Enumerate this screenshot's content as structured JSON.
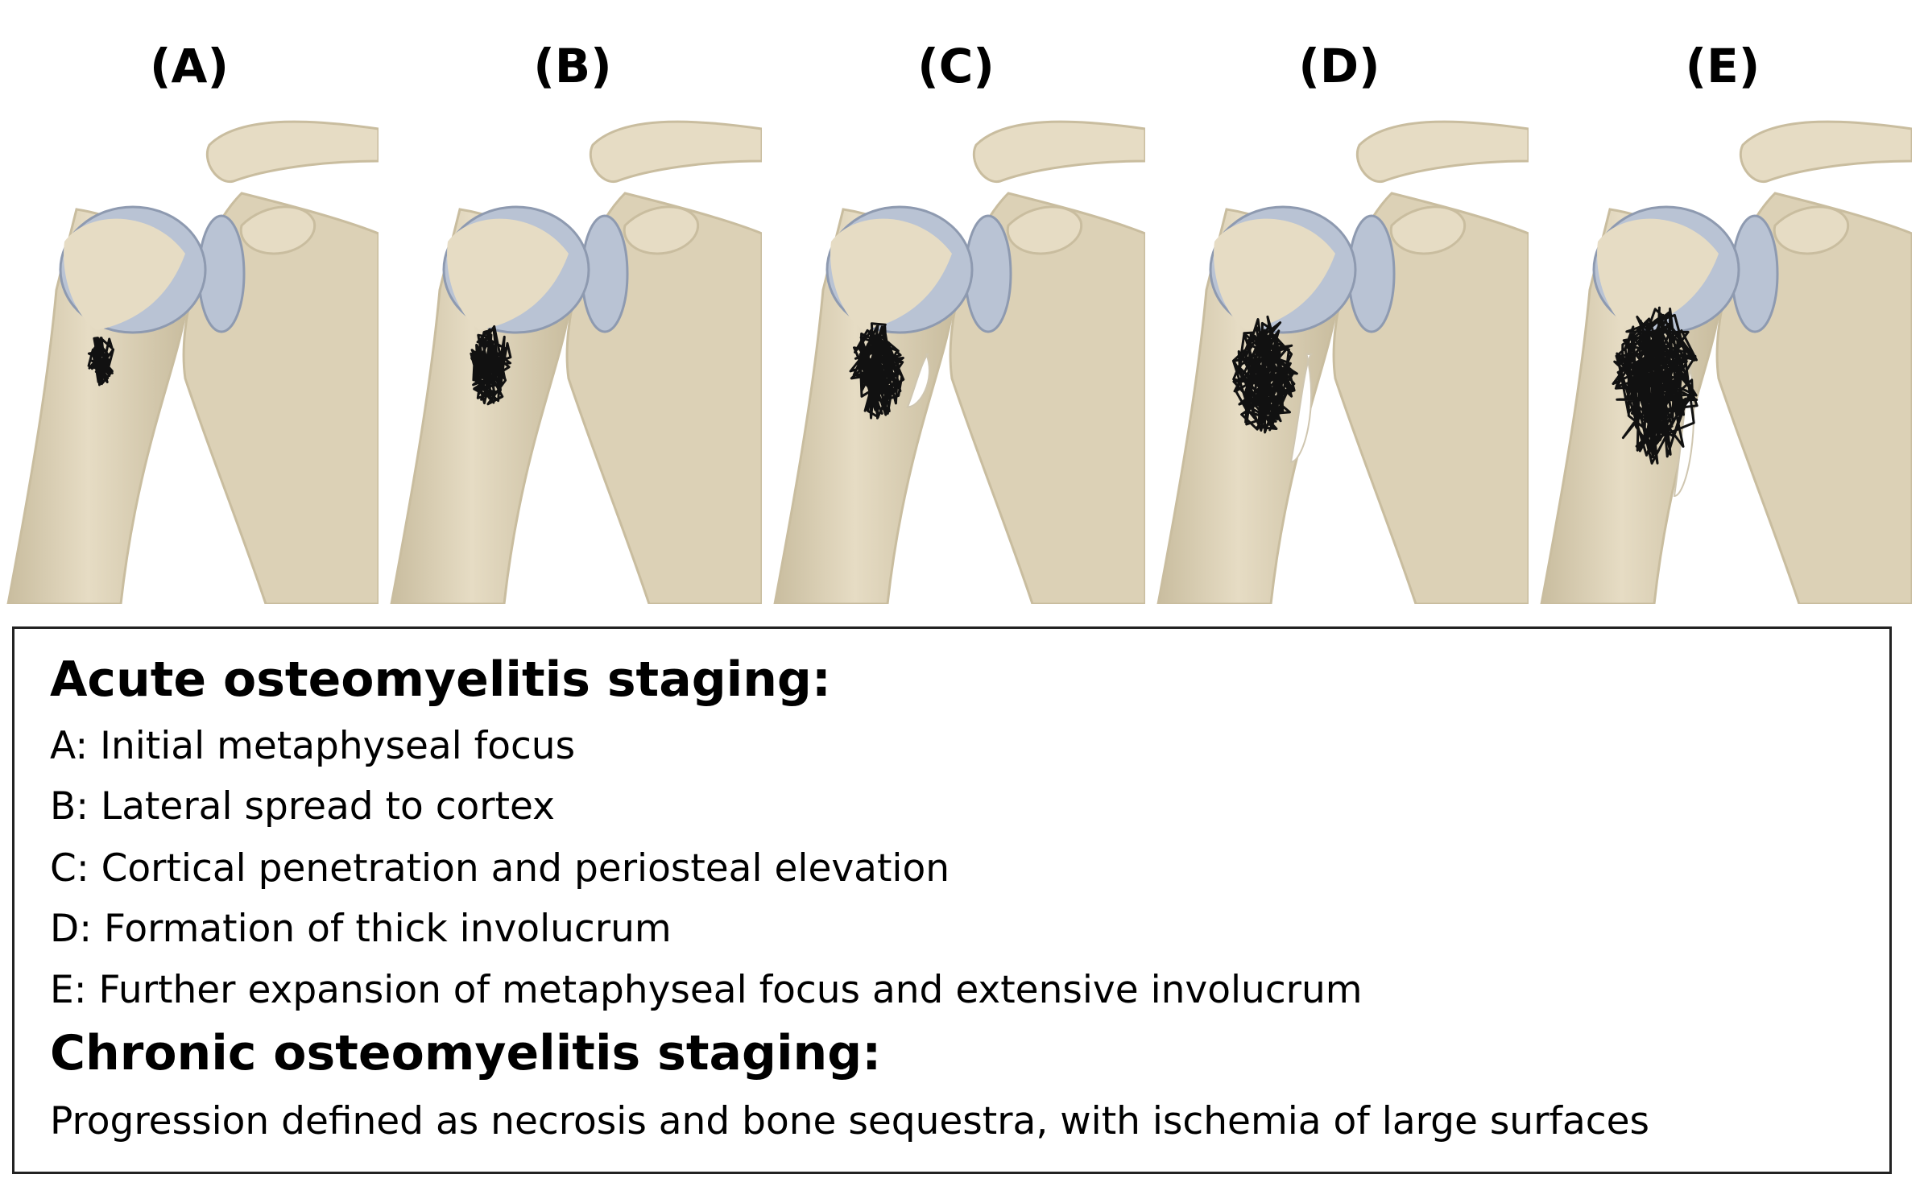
{
  "panels": [
    {
      "label": "(A)",
      "lesion_extent": 0.15,
      "involucrum": 0.0
    },
    {
      "label": "(B)",
      "lesion_extent": 0.35,
      "involucrum": 0.0
    },
    {
      "label": "(C)",
      "lesion_extent": 0.5,
      "involucrum": 0.15
    },
    {
      "label": "(D)",
      "lesion_extent": 0.65,
      "involucrum": 0.55
    },
    {
      "label": "(E)",
      "lesion_extent": 0.95,
      "involucrum": 0.8
    }
  ],
  "legend": {
    "acute_heading": "Acute osteomyelitis staging:",
    "acute_items": [
      "A: Initial metaphyseal focus",
      "B: Lateral spread to cortex",
      "C: Cortical penetration and periosteal elevation",
      "D: Formation of thick involucrum",
      "E: Further expansion of metaphyseal focus and extensive involucrum"
    ],
    "chronic_heading": "Chronic osteomyelitis staging:",
    "chronic_text": "Progression defined as necrosis and bone sequestra, with ischemia of large surfaces"
  },
  "colors": {
    "bone": "#e6dcc4",
    "bone_shadow": "#c9bd9f",
    "cartilage": "#b9c3d4",
    "lesion": "#111111",
    "border": "#222222"
  }
}
